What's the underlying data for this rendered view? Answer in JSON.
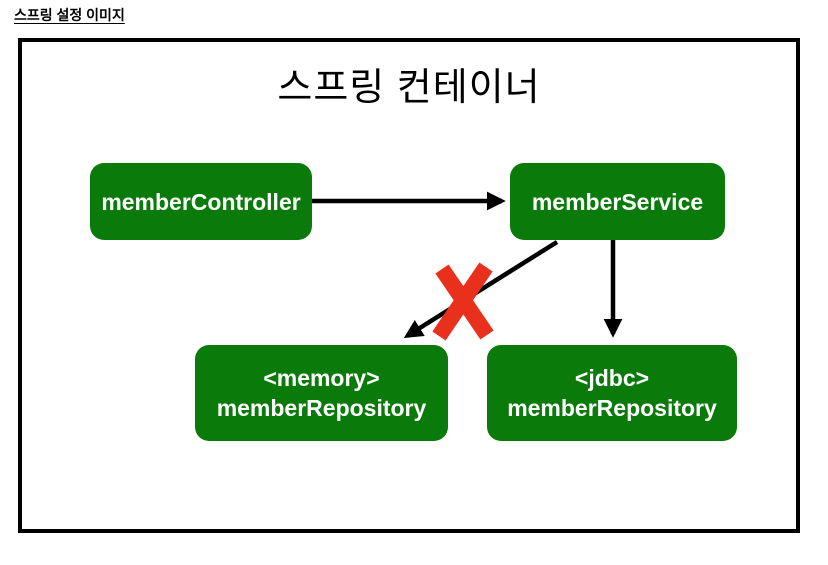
{
  "page": {
    "label": "스프링 설정 이미지"
  },
  "container": {
    "title": "스프링 컨테이너",
    "nodes": {
      "controller": {
        "label": "memberController"
      },
      "service": {
        "label": "memberService"
      },
      "memory_repo": {
        "line1": "<memory>",
        "line2": "memberRepository"
      },
      "jdbc_repo": {
        "line1": "<jdbc>",
        "line2": "memberRepository"
      }
    },
    "edges": [
      {
        "from": "memberController",
        "to": "memberService",
        "type": "arrow",
        "crossed_out": false
      },
      {
        "from": "memberService",
        "to": "<memory> memberRepository",
        "type": "arrow",
        "crossed_out": true
      },
      {
        "from": "memberService",
        "to": "<jdbc> memberRepository",
        "type": "arrow",
        "crossed_out": false
      }
    ],
    "colors": {
      "node_green": "#0a7a0a",
      "cross_red": "#e8301d",
      "line_black": "#000000"
    }
  }
}
